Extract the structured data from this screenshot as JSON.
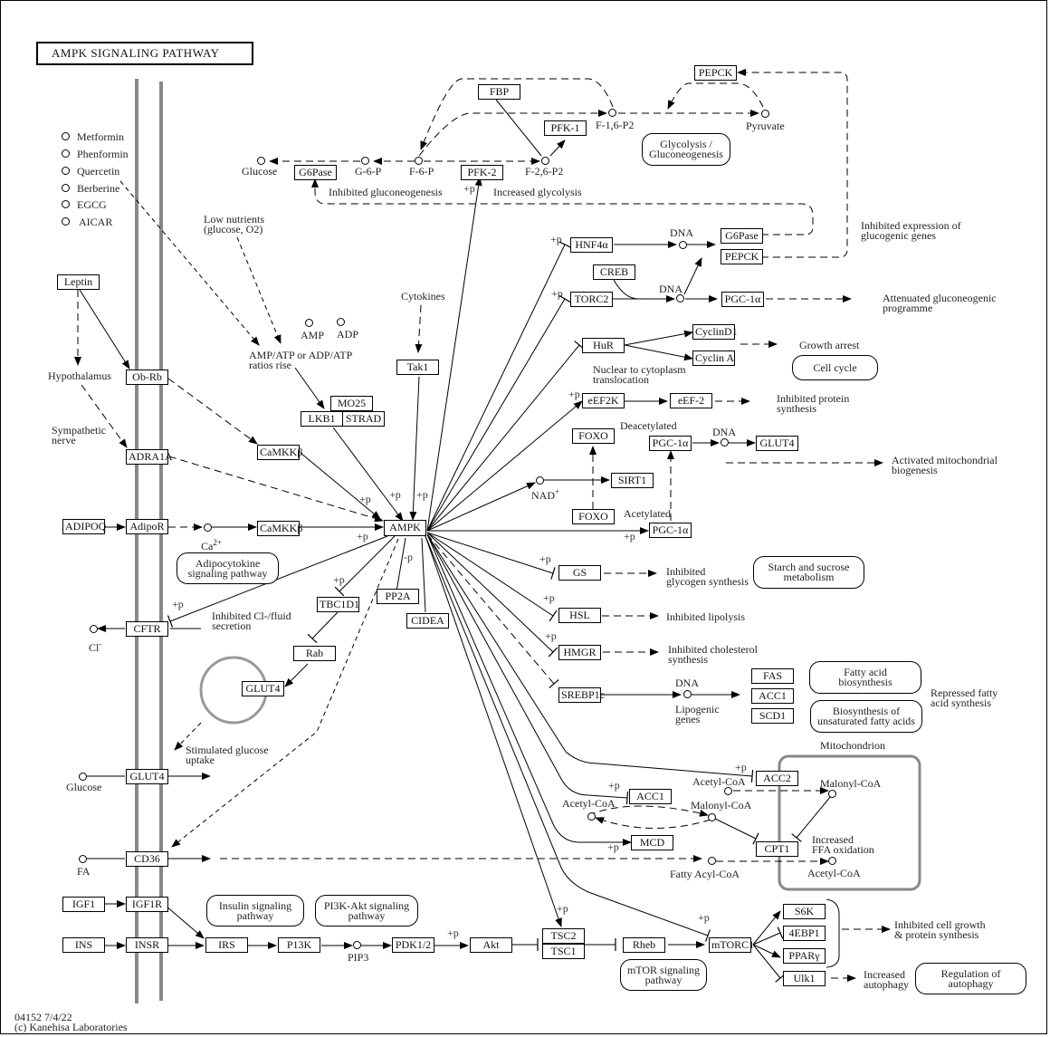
{
  "title": "AMPK  SIGNALING  PATHWAY",
  "footer": {
    "id_date": "04152 7/4/22",
    "copyright": "(c) Kanehisa Laboratories"
  },
  "drugs": [
    "Metformin",
    "Phenformin",
    "Quercetin",
    "Berberine",
    "EGCG",
    "AICAR"
  ],
  "genes": {
    "leptin": "Leptin",
    "obrb": "Ob-Rb",
    "adra1a": "ADRA1A",
    "adipoq": "ADIPOQ",
    "adipor": "AdipoR",
    "camkkb1": "CaMKKβ",
    "camkkb2": "CaMKKβ",
    "mo25": "MO25",
    "lkb1": "LKB1",
    "strad": "STRAD",
    "tak1": "Tak1",
    "ampk": "AMPK",
    "pp2a": "PP2A",
    "cidea": "CIDEA",
    "tbc1d1": "TBC1D1",
    "rab": "Rab",
    "glut4_vesicle": "GLUT4",
    "cftr": "CFTR",
    "glut4_mem": "GLUT4",
    "cd36": "CD36",
    "igf1": "IGF1",
    "igf1r": "IGF1R",
    "ins": "INS",
    "insr": "INSR",
    "irs": "IRS",
    "pi3k": "P13K",
    "pdk12": "PDK1/2",
    "akt": "Akt",
    "tsc2": "TSC2",
    "tsc1": "TSC1",
    "rheb": "Rheb",
    "mtorc1": "mTORC1",
    "s6k": "S6K",
    "4ebp1": "4EBP1",
    "ppary": "PPARγ",
    "ulk1": "Ulk1",
    "fbp": "FBP",
    "pfk1": "PFK-1",
    "pfk2": "PFK-2",
    "g6pase_top": "G6Pase",
    "pepck_top": "PEPCK",
    "hnf4a": "HNF4α",
    "creb": "CREB",
    "torc2": "TORC2",
    "g6pase": "G6Pase",
    "pepck": "PEPCK",
    "pgc1a_1": "PGC-1α",
    "hur": "HuR",
    "cyclind1": "CyclinD1",
    "cyclina": "Cyclin A",
    "eef2k": "eEF2K",
    "eef2": "eEF-2",
    "foxo1": "FOXO",
    "foxo2": "FOXO",
    "pgc1a_2": "PGC-1α",
    "pgc1a_3": "PGC-1α",
    "glut4_2": "GLUT4",
    "sirt1": "SIRT1",
    "gs": "GS",
    "hsl": "HSL",
    "hmgr": "HMGR",
    "srebp1c": "SREBP1c",
    "fas": "FAS",
    "acc1b": "ACC1",
    "scd1": "SCD1",
    "acc2": "ACC2",
    "acc1": "ACC1",
    "mcd": "MCD",
    "cpt1": "CPT1"
  },
  "compounds": {
    "glucose_top": "Glucose",
    "g6p": "G-6-P",
    "f6p": "F-6-P",
    "f26p2": "F-2,6-P2",
    "f16p2": "F-1,6-P2",
    "pyruvate": "Pyruvate",
    "amp": "AMP",
    "adp": "ADP",
    "ca": "Ca",
    "nad": "NAD",
    "cl": "Cl",
    "glucose": "Glucose",
    "fa": "FA",
    "pip3": "PIP3",
    "acetylcoa1": "Acetyl-CoA",
    "malonylcoa1": "Malonyl-CoA",
    "acetylcoa2": "Acetyl-CoA",
    "malonylcoa2": "Malonyl-CoA",
    "fattyacylcoa": "Fatty Acyl-CoA",
    "acetylcoa3": "Acetyl-CoA",
    "dna1": "DNA",
    "dna2": "DNA",
    "dna3": "DNA",
    "dna4": "DNA"
  },
  "labels": {
    "low_nutrients": "Low nutrients\n(glucose, O2)",
    "ratio": "AMP/ATP or ADP/ATP\nratios rise",
    "cytokines": "Cytokines",
    "hypothalamus": "Hypothalamus",
    "sympathetic": "Sympathetic\nnerve",
    "inhibited_gluconeo": "Inhibited gluconeogenesis",
    "increased_glycolysis": "Increased glycolysis",
    "inhibited_expression": "Inhibited expression of\nglucogenic genes",
    "attenuated": "Attenuated gluconeogenic\nprogramme",
    "growth_arrest": "Growth arrest",
    "nuclear": "Nuclear to cytoplasm\ntranslocation",
    "inhibited_protein": "Inhibited protein\nsynthesis",
    "deacetylated": "Deacetylated",
    "acetylated": "Acetylated",
    "mito_biogenesis": "Activated mitochondrial\nbiogenesis",
    "inhibited_glycogen": "Inhibited\nglycogen synthesis",
    "inhibited_lipolysis": "Inhibited lipolysis",
    "inhibited_chol": "Inhibited cholesterol\nsynthesis",
    "lipogenic": "Lipogenic\ngenes",
    "repressed_fa": "Repressed fatty\nacid synthesis",
    "mitochondrion": "Mitochondrion",
    "increased_ffa": "Increased\nFFA oxidation",
    "inhibited_cl": "Inhibited Cl-/fluid\nsecretion",
    "stim_glucose": "Stimulated glucose\nuptake",
    "inhibited_growth": "Inhibited cell growth\n& protein synthesis",
    "increased_autophagy": "Increased\nautophagy"
  },
  "maps": {
    "glycolysis": "Glycolysis /\nGluconeogenesis",
    "cell_cycle": "Cell cycle",
    "starch": "Starch and sucrose\nmetabolism",
    "fa_bio": "Fatty acid\nbiosynthesis",
    "unsat_fa": "Biosynthesis of\nunsaturated fatty acids",
    "adipocytokine": "Adipocytokine\nsignaling pathway",
    "insulin": "Insulin signaling\npathway",
    "pi3k_akt": "PI3K-Akt signaling\npathway",
    "mtor": "mTOR signaling\npathway",
    "autophagy": "Regulation of\nautophagy"
  },
  "modifiers": {
    "plus_p": "+p",
    "minus_p": "-p",
    "ca_sup": "2+",
    "nad_sup": "+",
    "cl_sup": "-"
  },
  "colors": {
    "membrane": "#888888",
    "line": "#000000"
  }
}
